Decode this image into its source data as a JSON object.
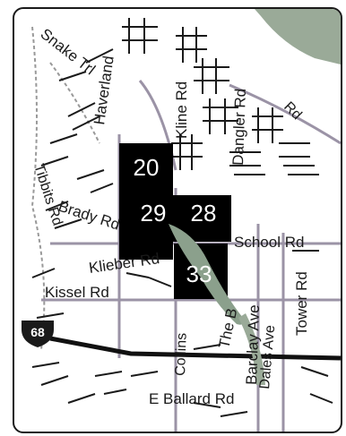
{
  "map": {
    "colors": {
      "frame": "#1a1a1a",
      "road": "#1a1a1a",
      "major_road": "#9b93a6",
      "water": "#9aaa98",
      "lake": "#8ba08c",
      "section_fill": "#000000",
      "section_text": "#ffffff",
      "trail": "#999999"
    },
    "section_numbers": [
      "20",
      "29",
      "28",
      "33"
    ],
    "road_labels": {
      "snake_trl": "Snake Trl",
      "haverland": "Haverland",
      "kline_rd": "Kline Rd",
      "dangler_rd": "Dangler Rd",
      "rd_top_right": "Rd",
      "tibbits": "Tibbits Rd",
      "brady": "Brady Rd",
      "school_rd": "School Rd",
      "klieber": "Klieber Rd",
      "kissel_rd": "Kissel Rd",
      "tower_rd": "Tower Rd",
      "barclay_ave": "Barclay Ave",
      "dales_ave": "Dales Ave",
      "the_b": "The B",
      "collins": "Collins",
      "e_ballard_rd": "E Ballard Rd",
      "route_68": "68"
    },
    "icons": [
      "route-shield-icon"
    ]
  }
}
